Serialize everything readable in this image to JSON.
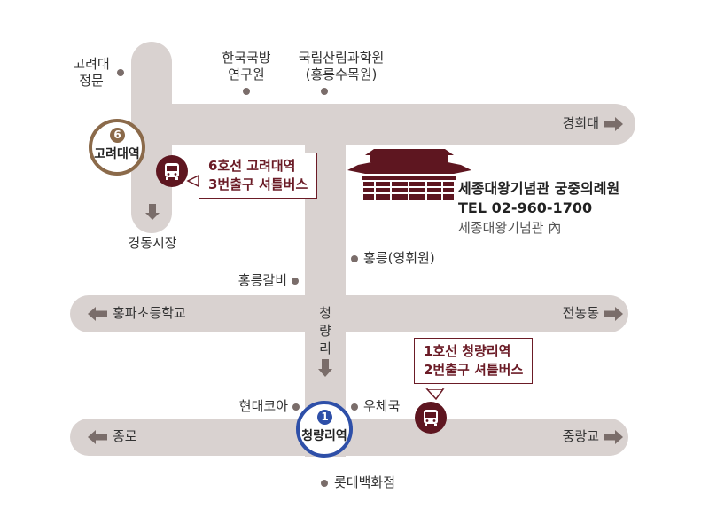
{
  "roads": {
    "gyeonghuidae": "경희대",
    "gyeongdong": "경동시장",
    "hongpa": "홍파초등학교",
    "jeonnong": "전농동",
    "jongno": "종로",
    "jungnanggyo": "중랑교",
    "cheongnyangni_road": [
      "청",
      "량",
      "리"
    ]
  },
  "landmarks": {
    "korea_univ_gate": [
      "고려대",
      "정문"
    ],
    "kida": [
      "한국국방",
      "연구원"
    ],
    "forest": [
      "국립산림과학원",
      "(홍릉수목원)"
    ],
    "hongneung": "홍릉(영휘원)",
    "galbi": "홍릉갈비",
    "hyundai_koa": "현대코아",
    "post_office": "우체국",
    "lotte": "롯데백화점"
  },
  "stations": {
    "korea_univ": {
      "line": "6",
      "name": "고려대역",
      "color": "#8b6a4a"
    },
    "cheongnyangni": {
      "line": "1",
      "name": "청량리역",
      "color": "#2e4fa8"
    }
  },
  "shuttles": {
    "line6": [
      "6호선 고려대역",
      "3번출구 셔틀버스"
    ],
    "line1": [
      "1호선 청량리역",
      "2번출구 셔틀버스"
    ]
  },
  "venue": {
    "name": "세종대왕기념관 궁중의례원",
    "tel": "TEL 02-960-1700",
    "note": "세종대왕기념관 內"
  },
  "colors": {
    "road": "#d9d2d0",
    "arrow": "#7a6d6a",
    "bus": "#5e1620",
    "accent": "#6b1b26"
  },
  "icons": [
    "bus-icon",
    "arrow-right-icon",
    "arrow-left-icon",
    "arrow-down-icon",
    "building-icon"
  ]
}
